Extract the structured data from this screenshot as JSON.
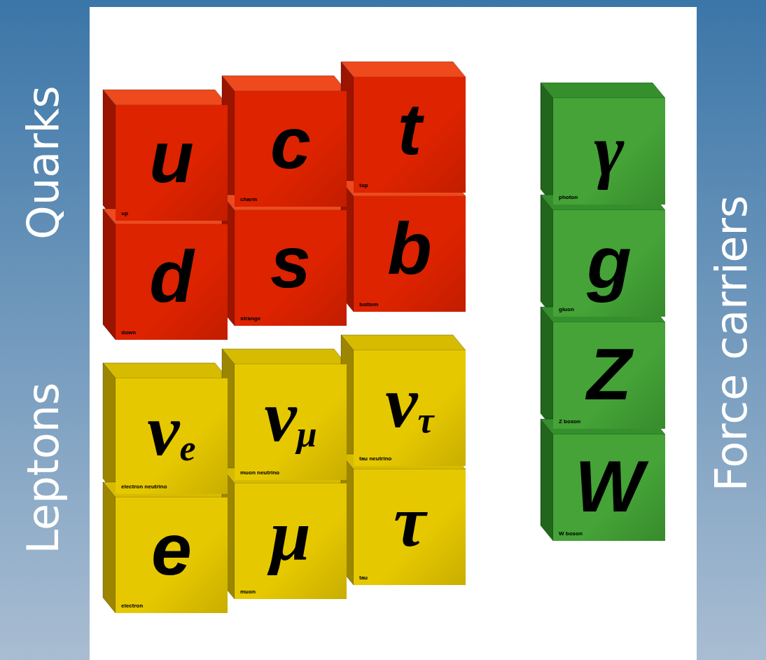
{
  "diagram": {
    "nodes": [
      {
        "text": [
          "u",
          "up"
        ]
      },
      {
        "text": [
          "c",
          "charm"
        ]
      },
      {
        "text": [
          "t",
          "top"
        ]
      },
      {
        "text": [
          "d",
          "down"
        ]
      },
      {
        "text": [
          "s",
          "strange"
        ]
      },
      {
        "text": [
          "b",
          "bottom"
        ]
      },
      {
        "text": [
          "νe",
          "electron neutrino"
        ]
      },
      {
        "text": [
          "νμ",
          "muon neutrino"
        ]
      },
      {
        "text": [
          "ντ",
          "tau neutrino"
        ]
      },
      {
        "text": [
          "e",
          "electron"
        ]
      },
      {
        "text": [
          "μ",
          "muon"
        ]
      },
      {
        "text": [
          "τ",
          "tau"
        ]
      },
      {
        "text": [
          "γ",
          "photon"
        ]
      },
      {
        "text": [
          "g",
          "gluon"
        ]
      },
      {
        "text": [
          "Z",
          "Z boson"
        ]
      },
      {
        "text": [
          "W",
          "W boson"
        ]
      }
    ],
    "labels": [
      "Quarks",
      "Leptons",
      "Force carriers"
    ]
  }
}
